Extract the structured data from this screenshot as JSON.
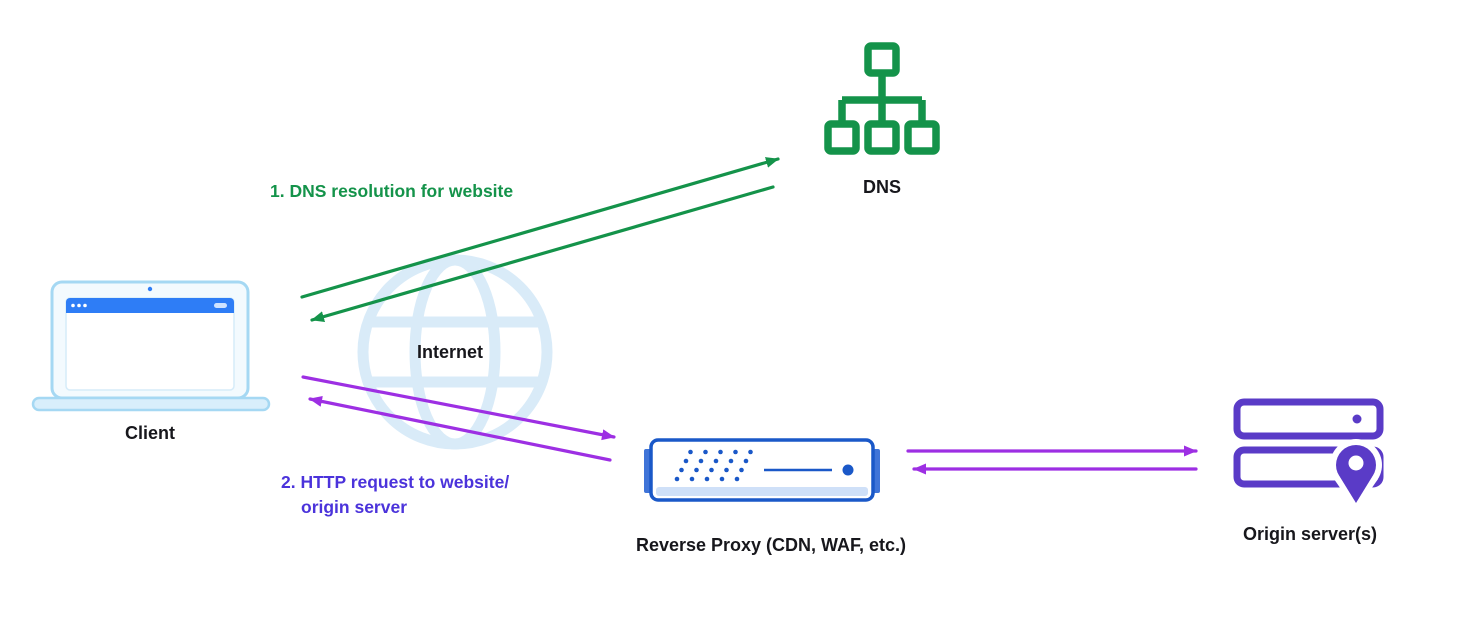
{
  "colors": {
    "green": "#14934a",
    "purple": "#9d2fe3",
    "indigo_text": "#4b33db",
    "proxy_blue": "#1a58c8",
    "proxy_ear_blue": "#3f74d8",
    "proxy_strip_blue": "#cfe0f8",
    "origin_purple": "#5a3bc7",
    "globe_blue": "#d9ebf8",
    "laptop_accent": "#2e7df6",
    "laptop_border": "#a5d8f3",
    "laptop_screen": "#f3fafe",
    "laptop_base": "#d8eefb",
    "label_dark": "#17171c"
  },
  "nodes": {
    "client": {
      "label": "Client"
    },
    "dns": {
      "label": "DNS"
    },
    "internet": {
      "label": "Internet"
    },
    "reverse_proxy": {
      "label": "Reverse Proxy (CDN, WAF, etc.)"
    },
    "origin": {
      "label": "Origin server(s)"
    }
  },
  "edges": [
    {
      "from": "client",
      "to": "dns",
      "direction": "bidirectional",
      "color_name": "green",
      "label": "1. DNS resolution for website"
    },
    {
      "from": "client",
      "to": "reverse_proxy",
      "direction": "bidirectional",
      "color_name": "purple",
      "label_line1": "2. HTTP request to website/",
      "label_line2": "origin server"
    },
    {
      "from": "reverse_proxy",
      "to": "origin",
      "direction": "bidirectional",
      "color_name": "purple"
    }
  ]
}
